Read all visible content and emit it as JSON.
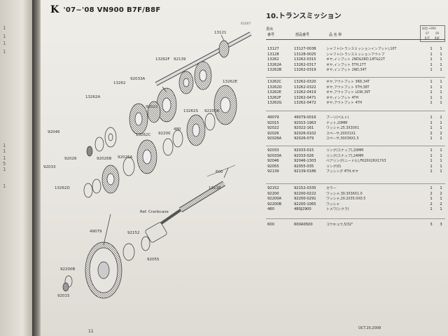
{
  "left_margin": {
    "marks": [
      "1",
      "1",
      "1",
      "1",
      "1",
      "1",
      "1",
      "5",
      "1",
      "1"
    ]
  },
  "diagram": {
    "header_title": "'07~'08 VN900 B7F/B8F",
    "corner_code": "61007",
    "ref_label": "Ref. Crankcase",
    "callouts": [
      "13121",
      "13262F",
      "92139",
      "13262",
      "92033A",
      "92022",
      "13262A",
      "13262E",
      "13262S",
      "92200A",
      "92046",
      "92026",
      "92033",
      "92200",
      "480",
      "13262C",
      "92026B",
      "92026A",
      "13262D",
      "600",
      "13128",
      "49079",
      "92152",
      "92055",
      "92200B",
      "92015"
    ]
  },
  "table": {
    "section_title": "10.トランスミッション",
    "ref_label": "見出",
    "col_ref": "番号",
    "col_part": "部品番号",
    "col_name": "品 名 称",
    "qty_header": "採型→VN9",
    "qty_sub_a": "07",
    "qty_sub_b": "08",
    "qty_sub_c": "B7F",
    "qty_sub_d": "B8F",
    "rows_a": [
      {
        "ref": "13127",
        "pn": "13127-0038",
        "desc": "シャフト(トランスミッションインプット),10T",
        "q1": "1",
        "q2": "1"
      },
      {
        "ref": "13128",
        "pn": "13128-0025",
        "desc": "シャフト(トランスミッションアウトプ",
        "q1": "1",
        "q2": "1"
      },
      {
        "ref": "13262",
        "pn": "13262-0315",
        "desc": "ギヤ,インプット 2ND&3RD,18T&22T",
        "q1": "1",
        "q2": "1"
      },
      {
        "ref": "13262A",
        "pn": "13262-0317",
        "desc": "ギヤ,インプット 5TH,27T",
        "q1": "1",
        "q2": "1"
      },
      {
        "ref": "13262B",
        "pn": "13262-0319",
        "desc": "ギヤ,インプット 2ND,34T",
        "q1": "1",
        "q2": "1"
      }
    ],
    "rows_b": [
      {
        "ref": "13262C",
        "pn": "13262-0320",
        "desc": "ギヤ,アウトプット 3RD,34T",
        "q1": "1",
        "q2": "1"
      },
      {
        "ref": "13262D",
        "pn": "13262-0322",
        "desc": "ギヤ,アウトプット 5TH,38T",
        "q1": "1",
        "q2": "1"
      },
      {
        "ref": "13262E",
        "pn": "13262-0419",
        "desc": "ギヤ,アウトプット LOW,39T",
        "q1": "1",
        "q2": "1"
      },
      {
        "ref": "13262F",
        "pn": "13262-0471",
        "desc": "ギヤ,インプット 4TH",
        "q1": "1",
        "q2": "1"
      },
      {
        "ref": "13262G",
        "pn": "13262-0472",
        "desc": "ギヤ,アウトプット 4TH",
        "q1": "1",
        "q2": "1"
      }
    ],
    "rows_c": [
      {
        "ref": "49079",
        "pn": "49079-0016",
        "desc": "プーリ(ベルト)",
        "q1": "1",
        "q2": "1"
      },
      {
        "ref": "92015",
        "pn": "92015-1963",
        "desc": "ナット,20MM",
        "q1": "1",
        "q2": "1"
      },
      {
        "ref": "92022",
        "pn": "92022-161",
        "desc": "ワッシャ,25.3X30X1",
        "q1": "1",
        "q2": "1"
      },
      {
        "ref": "92026",
        "pn": "92026-0102",
        "desc": "スペーサ,20X31X1",
        "q1": "2",
        "q2": "2"
      },
      {
        "ref": "92026A",
        "pn": "92026-079",
        "desc": "スペーサ,30X36X1.5",
        "q1": "1",
        "q2": "1"
      }
    ],
    "rows_d": [
      {
        "ref": "92033",
        "pn": "92033-015",
        "desc": "リング(スナップ),20MM",
        "q1": "1",
        "q2": "1"
      },
      {
        "ref": "92033A",
        "pn": "92033-026",
        "desc": "リング(スナップ),24MM",
        "q1": "1",
        "q2": "1"
      },
      {
        "ref": "92046",
        "pn": "92046-1303",
        "desc": "ベアリング(ニードル),FK20X26X17X3",
        "q1": "1",
        "q2": "1"
      },
      {
        "ref": "92055",
        "pn": "92055-035",
        "desc": "リング(0)",
        "q1": "1",
        "q2": "1"
      },
      {
        "ref": "92139",
        "pn": "92139-0186",
        "desc": "ブッシング 4TH,ギヤ",
        "q1": "1",
        "q2": "1"
      }
    ],
    "rows_e": [
      {
        "ref": "92152",
        "pn": "92152-0335",
        "desc": "カラー",
        "q1": "1",
        "q2": "1"
      },
      {
        "ref": "92200",
        "pn": "92200-0222",
        "desc": "ワッシャ,30.3X36X1.0",
        "q1": "2",
        "q2": "2"
      },
      {
        "ref": "92200A",
        "pn": "92200-0291",
        "desc": "ワッシャ,20.2X35.0X0.5",
        "q1": "1",
        "q2": "1"
      },
      {
        "ref": "92200B",
        "pn": "92200-1065",
        "desc": "ワッシャ",
        "q1": "2",
        "q2": "2"
      },
      {
        "ref": "480",
        "pn": "480J2900",
        "desc": "トメワ(シクラ)",
        "q1": "1",
        "q2": "1"
      }
    ],
    "rows_f": [
      {
        "ref": "600",
        "pn": "600A0500",
        "desc": "コウキュウ,5/32\"",
        "q1": "3",
        "q2": "3"
      }
    ]
  },
  "footer": {
    "page_number": "11",
    "date": "OCT.20,2008"
  }
}
